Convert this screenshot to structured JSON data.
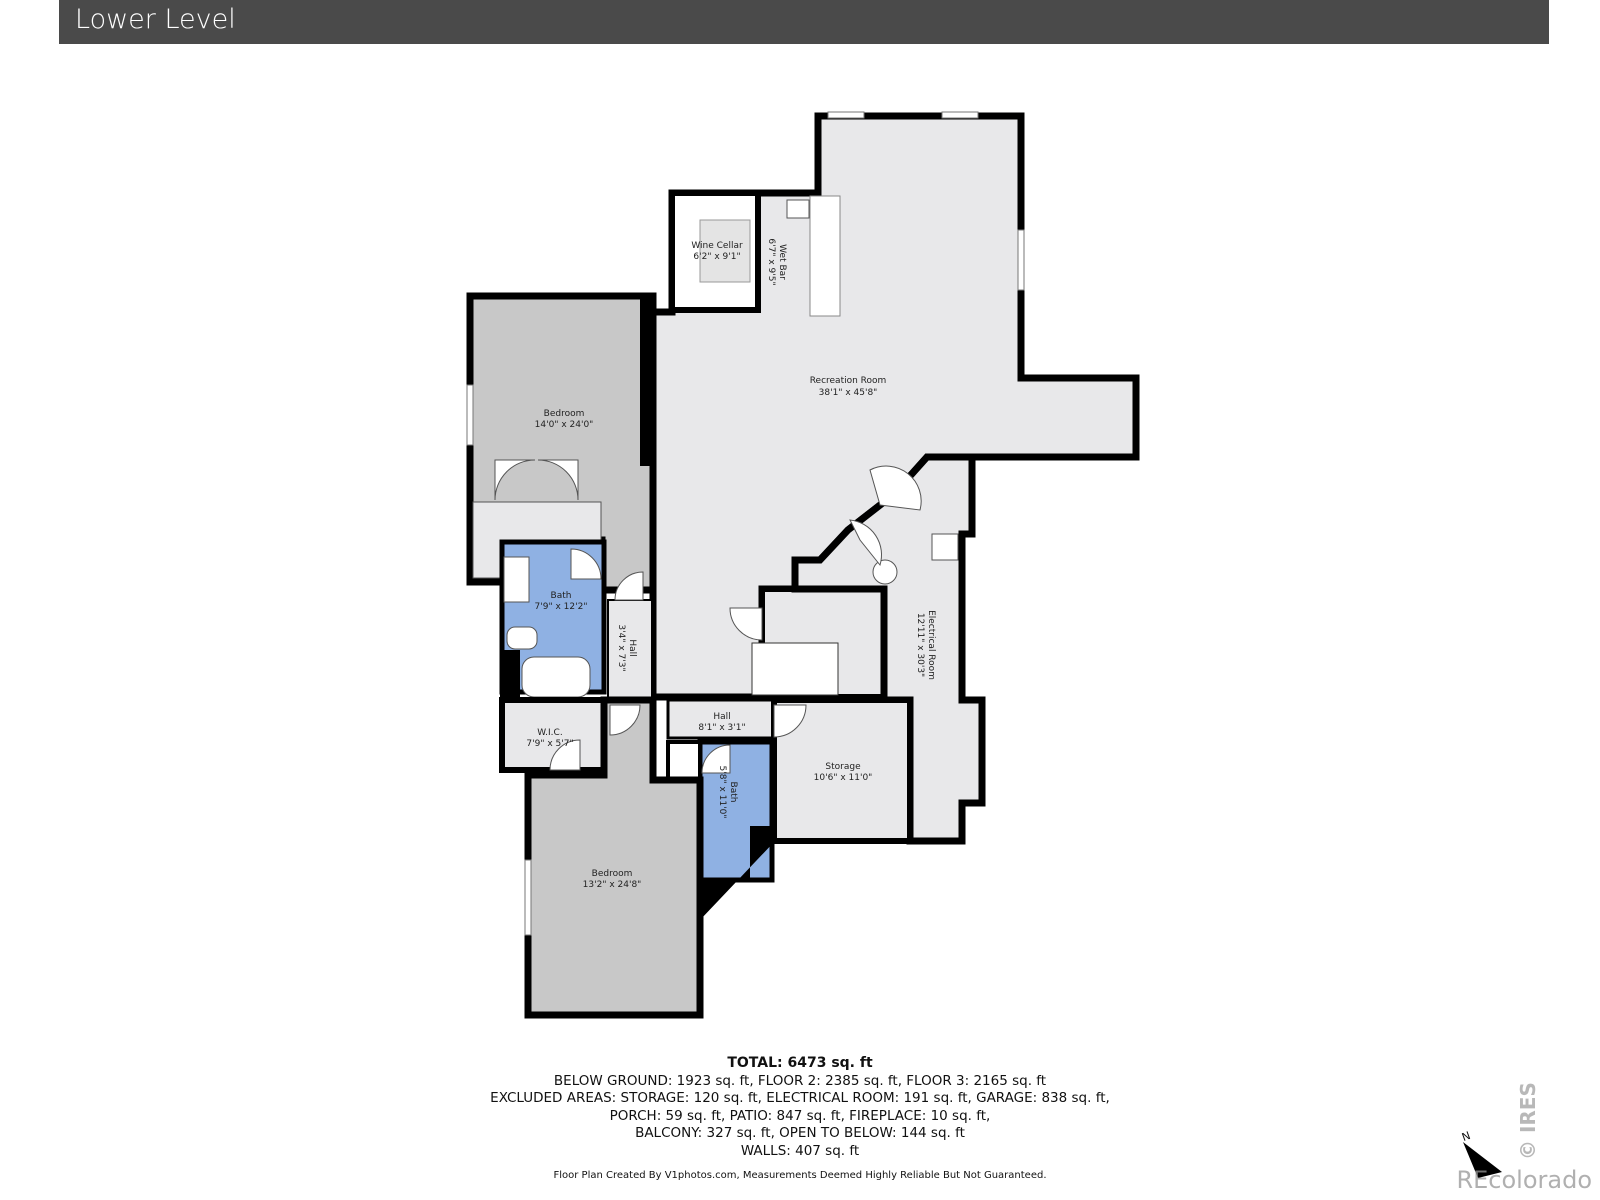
{
  "header": {
    "title": "Lower Level"
  },
  "rooms": {
    "wine_cellar": {
      "name": "Wine Cellar",
      "dims": "6'2\" x 9'1\""
    },
    "wet_bar": {
      "name": "Wet Bar",
      "dims": "6'7\" x 9'5\""
    },
    "recreation": {
      "name": "Recreation Room",
      "dims": "38'1\" x 45'8\""
    },
    "bedroom1": {
      "name": "Bedroom",
      "dims": "14'0\" x 24'0\""
    },
    "bath1": {
      "name": "Bath",
      "dims": "7'9\" x 12'2\""
    },
    "hall1": {
      "name": "Hall",
      "dims": "3'4\" x 7'3\""
    },
    "electrical": {
      "name": "Electrical Room",
      "dims": "12'11\" x 30'3\""
    },
    "wic": {
      "name": "W.I.C.",
      "dims": "7'9\" x 5'7\""
    },
    "hall2": {
      "name": "Hall",
      "dims": "8'1\" x 3'1\""
    },
    "bath2": {
      "name": "Bath",
      "dims": "5'8\" x 11'0\""
    },
    "storage": {
      "name": "Storage",
      "dims": "10'6\" x 11'0\""
    },
    "bedroom2": {
      "name": "Bedroom",
      "dims": "13'2\" x 24'8\""
    }
  },
  "summary": {
    "total": "TOTAL: 6473 sq. ft",
    "line1": "BELOW GROUND: 1923 sq. ft, FLOOR 2: 2385 sq. ft, FLOOR 3: 2165 sq. ft",
    "line2": "EXCLUDED AREAS: STORAGE: 120 sq. ft, ELECTRICAL ROOM: 191 sq. ft, GARAGE: 838 sq. ft,",
    "line3": "PORCH: 59 sq. ft, PATIO: 847 sq. ft, FIREPLACE: 10 sq. ft,",
    "line4": "BALCONY: 327 sq. ft, OPEN TO BELOW: 144 sq. ft",
    "line5": "WALLS: 407 sq. ft"
  },
  "disclaimer": "Floor Plan Created By V1photos.com, Measurements Deemed Highly Reliable But Not Guaranteed.",
  "compass": {
    "label": "N"
  },
  "watermark": {
    "brand": "REcolorado",
    "badge": "© IRES"
  },
  "colors": {
    "header": "#4a4a4a",
    "room_light": "#e8e8ea",
    "room_dark": "#c8c8c8",
    "bath": "#8fb1e3",
    "wall": "#000000"
  }
}
